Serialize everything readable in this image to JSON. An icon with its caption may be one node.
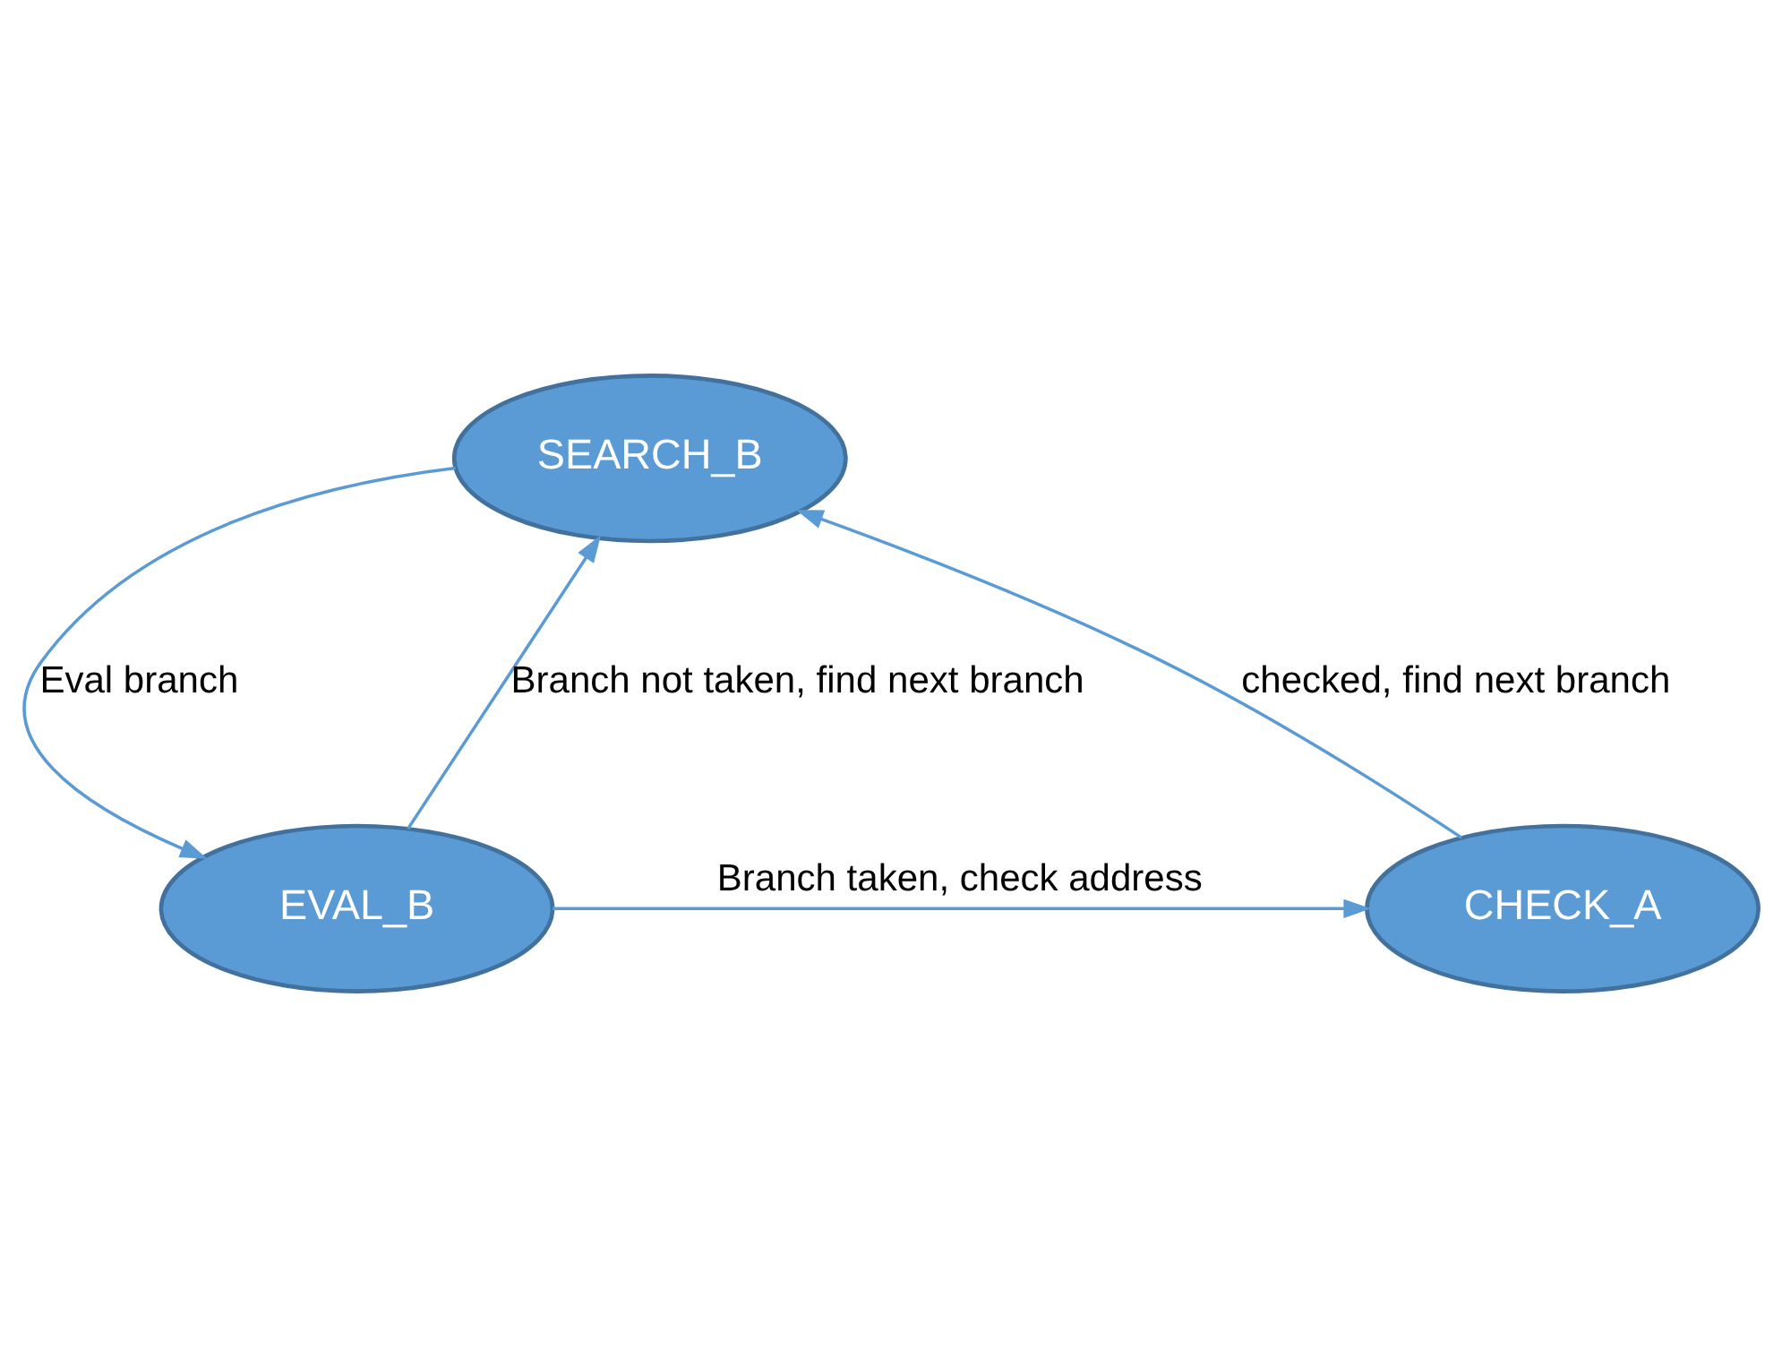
{
  "diagram": {
    "nodes": [
      {
        "text": [
          "SEARCH_B"
        ]
      },
      {
        "text": [
          "CHECK_A"
        ]
      },
      {
        "text": [
          "EVAL_B"
        ]
      }
    ],
    "edges": [
      {
        "from": 0,
        "to": 2,
        "arrow": "to",
        "label": "Eval branch"
      },
      {
        "from": 2,
        "to": 0,
        "arrow": "to",
        "label": "Branch not taken, find next branch"
      },
      {
        "from": 2,
        "to": 1,
        "arrow": "to",
        "label": "Branch taken, check address"
      },
      {
        "from": 1,
        "to": 0,
        "arrow": "to",
        "label": "checked, find next branch"
      }
    ]
  }
}
